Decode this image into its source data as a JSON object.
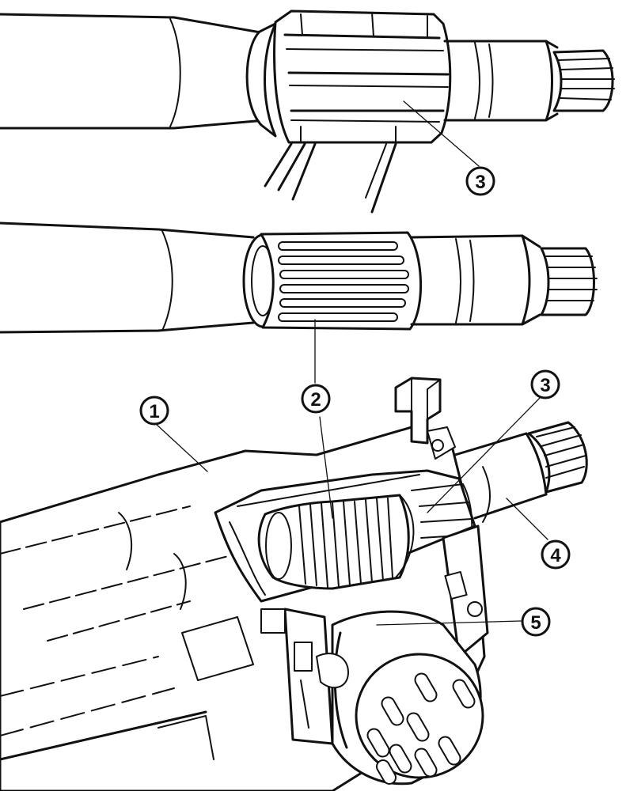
{
  "callouts": {
    "c1": "1",
    "c2": "2",
    "c3_top": "3",
    "c3_bottom": "3",
    "c4": "4",
    "c5": "5"
  },
  "colors": {
    "ink": "#111111",
    "paper": "#ffffff"
  }
}
